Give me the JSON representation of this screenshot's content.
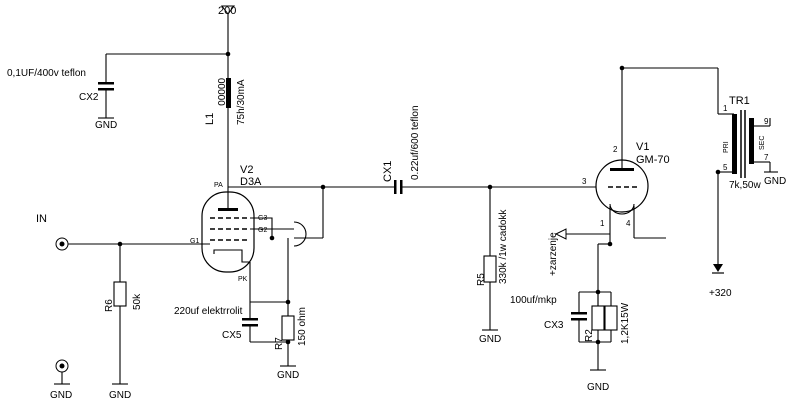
{
  "supply": {
    "top": "200",
    "bottom": "+320"
  },
  "gnd_label": "GND",
  "input": {
    "label": "IN"
  },
  "capacitors": {
    "cx2": {
      "ref": "CX2",
      "value": "0,1UF/400v teflon"
    },
    "cx1": {
      "ref": "CX1",
      "value": "0.22uf/600 teflon"
    },
    "cx5": {
      "ref": "CX5",
      "value": "220uf elektrrolit"
    },
    "cx3": {
      "ref": "CX3",
      "value": "100uf/mkp"
    }
  },
  "inductor": {
    "ref": "L1",
    "value": "75h/30mA",
    "coil": "00000"
  },
  "resistors": {
    "r6": {
      "ref": "R6",
      "value": "50k"
    },
    "r7": {
      "ref": "R7",
      "value": "150 ohm"
    },
    "r5": {
      "ref": "R5",
      "value": "330k /1w cadokk"
    },
    "r2": {
      "ref": "R2",
      "value": "1,2K15W"
    }
  },
  "tube_v2": {
    "ref": "V2",
    "type": "D3A",
    "pins": {
      "pa": "PA",
      "g3": "G3",
      "g2": "G2",
      "g1": "G1",
      "pk": "PK"
    }
  },
  "tube_v1": {
    "ref": "V1",
    "type": "GM-70",
    "pins": {
      "p2": "2",
      "p3": "3",
      "p1": "1",
      "p4": "4"
    }
  },
  "filament_label": "+zarzenje",
  "transformer": {
    "ref": "TR1",
    "pri": "PRI",
    "sec": "SEC",
    "rating": "7k,50w",
    "pins": {
      "p1": "1",
      "p5": "5",
      "p9": "9",
      "p7": "7"
    }
  }
}
